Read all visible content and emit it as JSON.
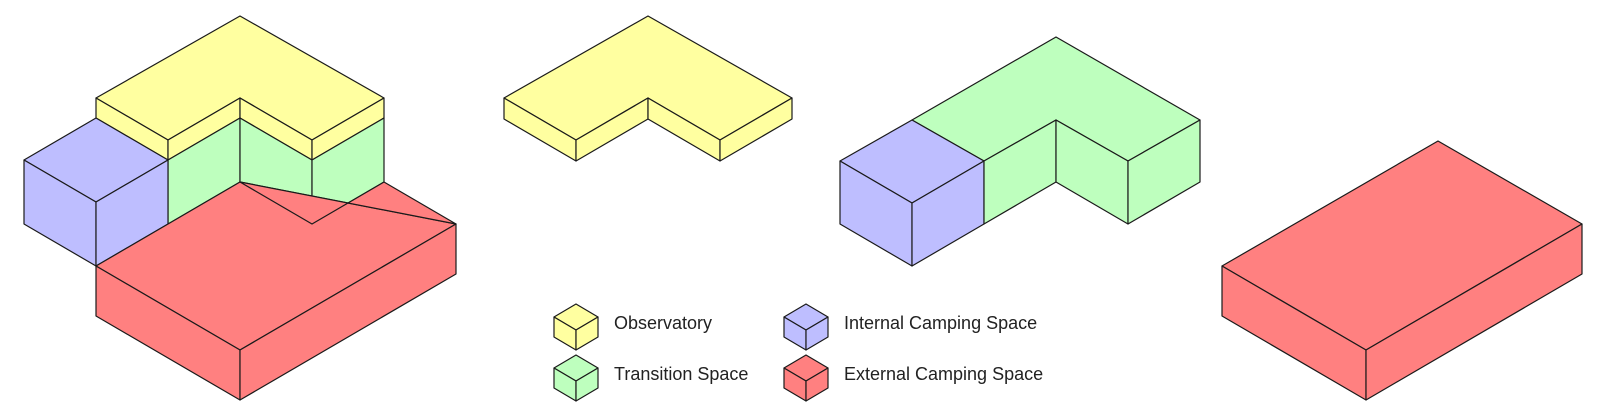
{
  "colors": {
    "observatory": "#FFFFA0",
    "transition": "#BEFFBE",
    "internal": "#BEBEFF",
    "external": "#FF8080",
    "stroke": "#1a1a1a"
  },
  "legend": [
    {
      "key": "observatory",
      "label": "Observatory"
    },
    {
      "key": "internal",
      "label": "Internal Camping Space"
    },
    {
      "key": "transition",
      "label": "Transition Space"
    },
    {
      "key": "external",
      "label": "External Camping Space"
    }
  ]
}
